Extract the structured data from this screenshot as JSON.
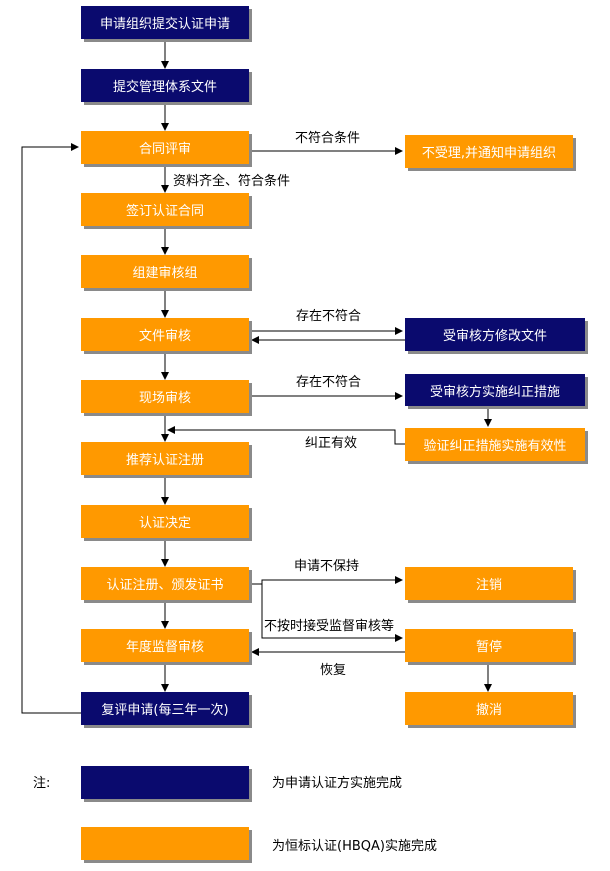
{
  "main_flow": [
    "申请组织提交认证申请",
    "提交管理体系文件",
    "合同评审",
    "签订认证合同",
    "组建审核组",
    "文件审核",
    "现场审核",
    "推荐认证注册",
    "认证决定",
    "认证注册、颁发证书",
    "年度监督审核",
    "复评申请(每三年一次)"
  ],
  "side_boxes": {
    "reject": "不受理,并通知申请组织",
    "doc_modify": "受审核方修改文件",
    "corrective": "受审核方实施纠正措施",
    "verify": "验证纠正措施实施有效性",
    "cancel": "注销",
    "suspend": "暂停",
    "revoke": "撤消"
  },
  "arrow_labels": {
    "not_meet": "不符合条件",
    "complete": "资料齐全、符合条件",
    "nonconform1": "存在不符合",
    "nonconform2": "存在不符合",
    "corrected": "纠正有效",
    "not_maintain": "申请不保持",
    "late_audit": "不按时接受监督审核等",
    "restore": "恢复"
  },
  "legend": {
    "note": "注:",
    "navy_text": "为申请认证方实施完成",
    "orange_text": "为恒标认证(HBQA)实施完成"
  },
  "colors": {
    "navy": "#0a0a6e",
    "orange": "#ff9900"
  }
}
